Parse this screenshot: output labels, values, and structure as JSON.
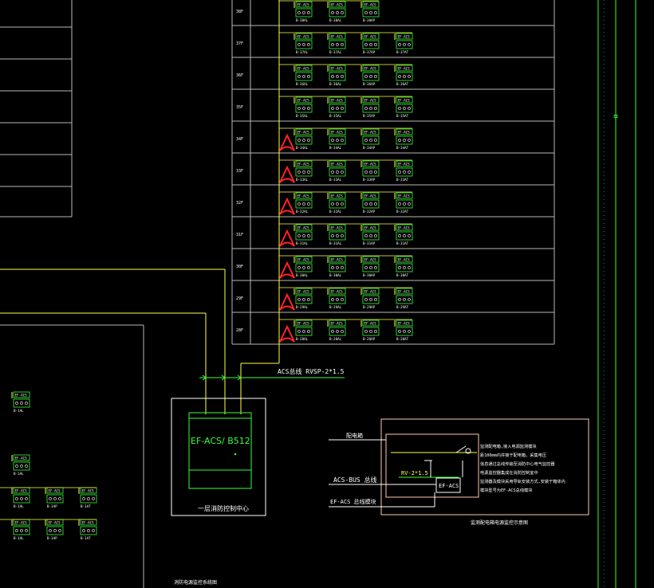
{
  "colors": {
    "background": "#000000",
    "grid": "#b8b8b8",
    "module": "#39ff39",
    "wire": "#ffff44",
    "panel_border": "#ffc8b0",
    "revision_mark": "#ff2424",
    "text": "#ffffff"
  },
  "floor_rows": [
    {
      "floor": "38F",
      "modules": [
        "EF-ACS",
        "EF-ACS",
        "EF-ACS"
      ],
      "tags": [
        "B-38AL",
        "B-38AL",
        "B-38AP"
      ]
    },
    {
      "floor": "37F",
      "modules": [
        "EF-ACS",
        "EF-ACS",
        "EF-ACS",
        "EF-ACS"
      ],
      "tags": [
        "B-37AL",
        "B-37AL",
        "B-37AP",
        "B-37AT"
      ]
    },
    {
      "floor": "36F",
      "modules": [
        "EF-ACS",
        "EF-ACS",
        "EF-ACS",
        "EF-ACS"
      ],
      "tags": [
        "B-36AL",
        "B-36AL",
        "B-36AP",
        "B-36AT"
      ]
    },
    {
      "floor": "35F",
      "modules": [
        "EF-ACS",
        "EF-ACS",
        "EF-ACS",
        "EF-ACS"
      ],
      "tags": [
        "B-35AL",
        "B-35AL",
        "B-35AP",
        "B-35AT"
      ]
    },
    {
      "floor": "34F",
      "modules": [
        "EF-ACS",
        "EF-ACS",
        "EF-ACS",
        "EF-ACS"
      ],
      "tags": [
        "B-34AL",
        "B-34AL",
        "B-34AP",
        "B-34AT"
      ]
    },
    {
      "floor": "33F",
      "modules": [
        "EF-ACS",
        "EF-ACS",
        "EF-ACS",
        "EF-ACS"
      ],
      "tags": [
        "B-33AL",
        "B-33AL",
        "B-33AP",
        "B-33AT"
      ]
    },
    {
      "floor": "32F",
      "modules": [
        "EF-ACS",
        "EF-ACS",
        "EF-ACS",
        "EF-ACS"
      ],
      "tags": [
        "B-32AL",
        "B-32AL",
        "B-32AP",
        "B-32AT"
      ]
    },
    {
      "floor": "31F",
      "modules": [
        "EF-ACS",
        "EF-ACS",
        "EF-ACS",
        "EF-ACS"
      ],
      "tags": [
        "B-31AL",
        "B-31AL",
        "B-31AP",
        "B-31AT"
      ]
    },
    {
      "floor": "30F",
      "modules": [
        "EF-ACS",
        "EF-ACS",
        "EF-ACS",
        "EF-ACS"
      ],
      "tags": [
        "B-30AL",
        "B-30AL",
        "B-30AP",
        "B-30AT"
      ]
    },
    {
      "floor": "29F",
      "modules": [
        "EF-ACS",
        "EF-ACS",
        "EF-ACS",
        "EF-ACS"
      ],
      "tags": [
        "B-29AL",
        "B-29AL",
        "B-29AP",
        "B-29AT"
      ]
    },
    {
      "floor": "28F",
      "modules": [
        "EF-ACS",
        "EF-ACS",
        "EF-ACS",
        "EF-ACS"
      ],
      "tags": [
        "B-28AL",
        "B-28AL",
        "B-28AP",
        "B-28AT"
      ]
    }
  ],
  "revision_marks": [
    "34F",
    "33F",
    "32F",
    "31F",
    "30F",
    "29F",
    "28F"
  ],
  "bus_label": "ACS总线 RVSP-2*1.5",
  "controller": {
    "model": "EF-ACS/ B512",
    "caption": "一层消防控制中心"
  },
  "left_modules": [
    {
      "module": "EF-ACS",
      "tag": "B-1AL"
    },
    {
      "module": "EF-ACS",
      "tag": "B-1AL"
    },
    {
      "module": "EF-ACS",
      "tag": "B-1AL"
    },
    {
      "module": "EF-ACS",
      "tag": "B-1AP"
    },
    {
      "module": "EF-ACS",
      "tag": "B-1AT"
    },
    {
      "module": "EF-ACS",
      "tag": "B-1AL"
    },
    {
      "module": "EF-ACS",
      "tag": "B-1AP"
    },
    {
      "module": "EF-ACS",
      "tag": "B-1AT"
    }
  ],
  "detail": {
    "power_label": "配电箱",
    "bus_label": "ACS-BUS 总线",
    "module_bus_label": "EF-ACS 总线模块",
    "cable": "RV-2*1.5",
    "module": "EF-ACS",
    "notes": [
      "监测配电箱,接入电源监测模块",
      "距100mm内并接于配电箱，采集电压",
      "信息通过总线传输至消防中心电气监控器",
      "电源监控器集成在消防控制室中",
      "监测器及模块采用导轨安装方式,安装于箱体内",
      "模块型号为EF-ACS总线模块"
    ],
    "caption": "监测配电箱电源监控示意图"
  },
  "bottom_caption": "消防电源监控系统图"
}
